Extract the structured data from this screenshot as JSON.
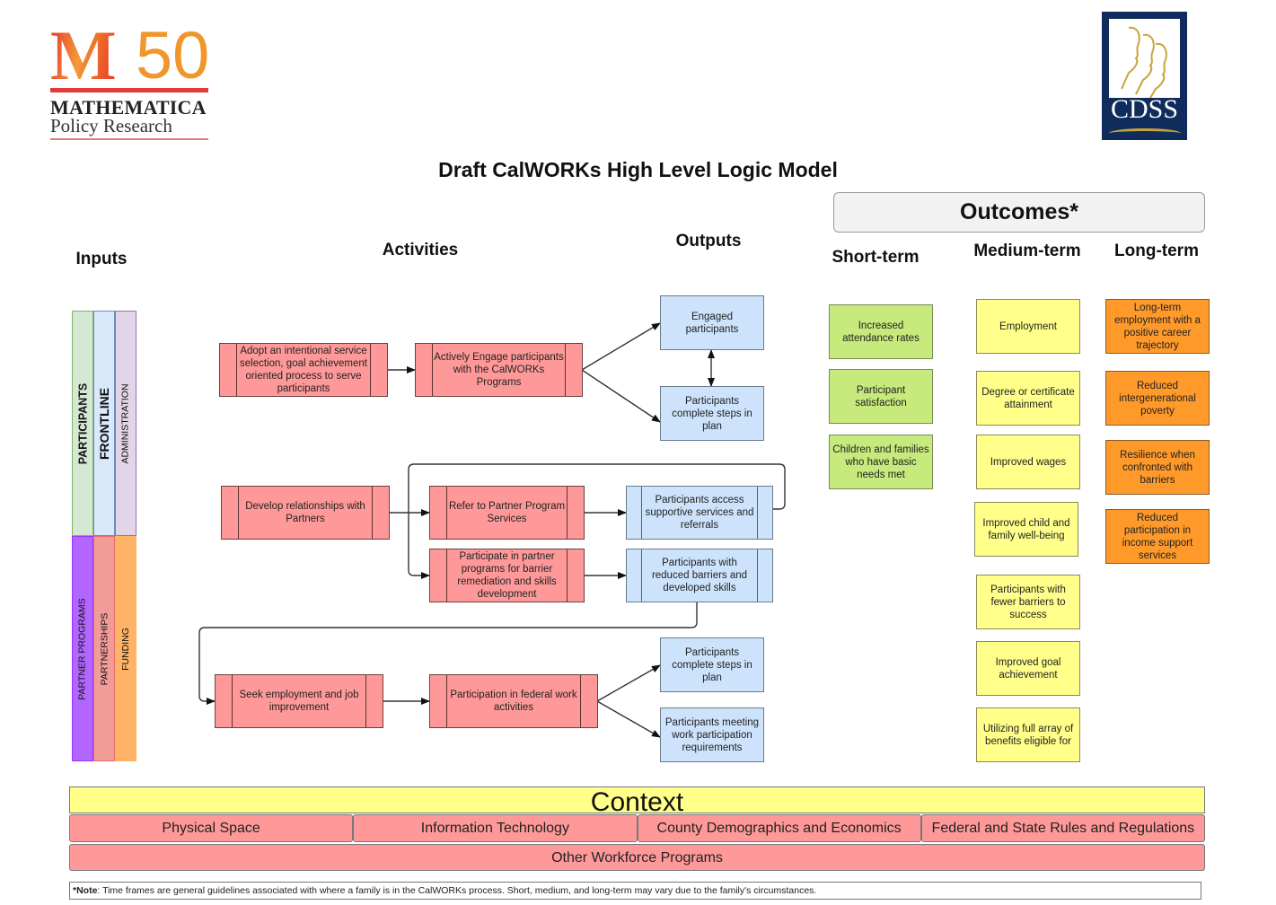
{
  "logos": {
    "left": {
      "mark": "M",
      "number": "50",
      "name": "MATHEMATICA",
      "subtitle": "Policy Research"
    },
    "right": {
      "name": "CDSS"
    }
  },
  "title": "Draft CalWORKs High Level Logic Model",
  "headers": {
    "inputs": "Inputs",
    "activities": "Activities",
    "outputs": "Outputs",
    "outcomes": "Outcomes*",
    "short_term": "Short-term",
    "medium_term": "Medium-term",
    "long_term": "Long-term"
  },
  "inputs": {
    "top": [
      {
        "label": "PARTICIPANTS",
        "color": "#d5e8d4"
      },
      {
        "label": "FRONTLINE",
        "color": "#dae8fc"
      },
      {
        "label": "ADMINISTRATION",
        "color": "#e1d5e7"
      }
    ],
    "bottom": [
      {
        "label": "PARTNER PROGRAMS",
        "color": "#b266ff"
      },
      {
        "label": "PARTNERSHIPS",
        "color": "#f19c99"
      },
      {
        "label": "FUNDING",
        "color": "#ffb366"
      }
    ]
  },
  "activities": [
    "Adopt an intentional service selection, goal achievement oriented process to serve participants",
    "Actively Engage participants with the CalWORKs Programs",
    "Develop relationships with Partners",
    "Refer to Partner Program Services",
    "Participate in partner programs for barrier remediation and skills development",
    "Seek employment and job improvement",
    "Participation in federal work activities"
  ],
  "outputs": [
    "Engaged participants",
    "Participants complete steps in plan",
    "Participants access supportive services and referrals",
    "Participants with reduced barriers and developed skills",
    "Participants complete steps in plan",
    "Participants meeting work participation requirements"
  ],
  "outcomes": {
    "short_term": [
      "Increased attendance rates",
      "Participant satisfaction",
      "Children and families who have basic needs met"
    ],
    "medium_term": [
      "Employment",
      "Degree or certificate attainment",
      "Improved wages",
      "Improved child and family well-being",
      "Participants with fewer barriers to success",
      "Improved goal achievement",
      "Utilizing full array of benefits eligible for"
    ],
    "long_term": [
      "Long-term employment with a positive career trajectory",
      "Reduced intergenerational poverty",
      "Resilience when confronted with barriers",
      "Reduced participation  in income support services"
    ]
  },
  "context": {
    "title": "Context",
    "factors": [
      "Physical Space",
      "Information Technology",
      "County Demographics and Economics",
      "Federal and State Rules and Regulations"
    ],
    "other": "Other Workforce Programs"
  },
  "note": {
    "label": "*Note",
    "text": ":  Time frames are general guidelines associated with where a family is in the CalWORKs process. Short, medium, and long-term may vary due to the family's circumstances."
  }
}
